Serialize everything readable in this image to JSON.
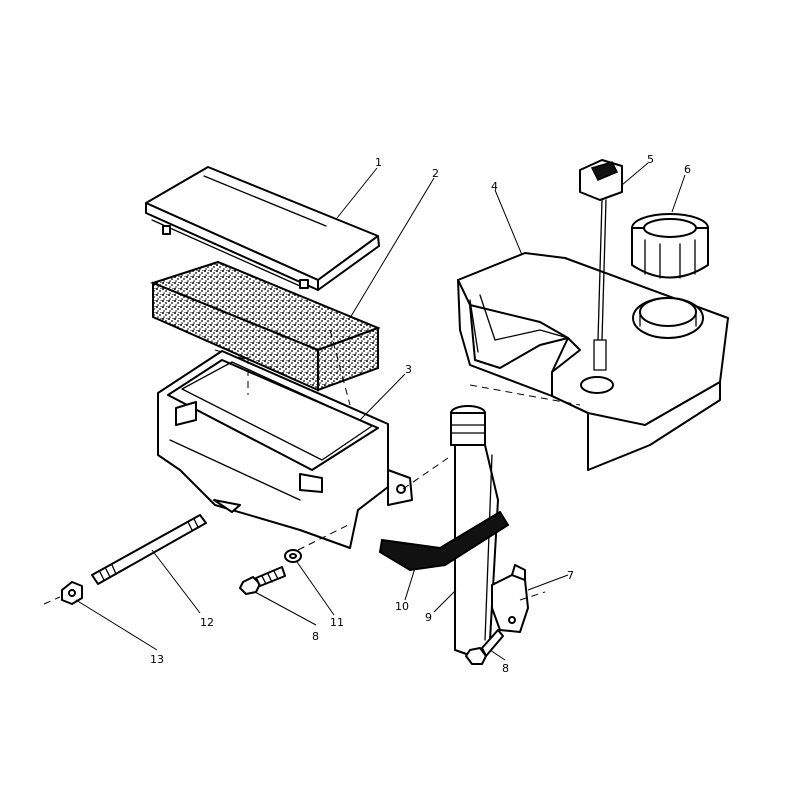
{
  "callouts": [
    {
      "id": "1",
      "label": "1"
    },
    {
      "id": "2",
      "label": "2"
    },
    {
      "id": "3",
      "label": "3"
    },
    {
      "id": "4",
      "label": "4"
    },
    {
      "id": "5",
      "label": "5"
    },
    {
      "id": "6",
      "label": "6"
    },
    {
      "id": "7",
      "label": "7"
    },
    {
      "id": "8a",
      "label": "8"
    },
    {
      "id": "8b",
      "label": "8"
    },
    {
      "id": "9",
      "label": "9"
    },
    {
      "id": "10",
      "label": "10"
    },
    {
      "id": "11",
      "label": "11"
    },
    {
      "id": "12",
      "label": "12"
    },
    {
      "id": "13",
      "label": "13"
    }
  ],
  "colors": {
    "line": "#000000",
    "background": "#ffffff"
  }
}
